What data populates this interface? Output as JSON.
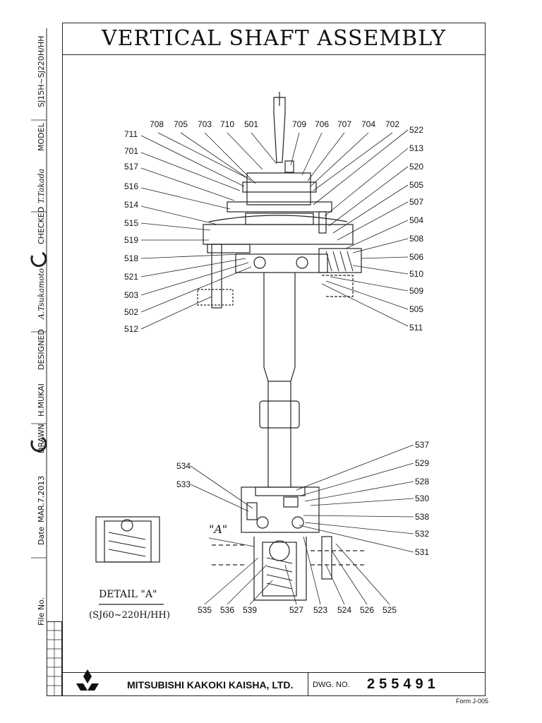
{
  "title": "VERTICAL SHAFT ASSEMBLY",
  "side_block": {
    "model_value": "SJ15H~SJ220H/HH",
    "model_label": "MODEL",
    "checked_sig": "T.Takada",
    "checked_label": "CHECKED",
    "designed_sig": "A.Tsukamoto",
    "designed_label": "DESIGNED",
    "drawn_value": "H.MUKAI",
    "drawn_label": "DRAWN",
    "date_value": "MAR.7.2013",
    "date_label": "Date",
    "file_label": "File No."
  },
  "callouts_top_row": [
    "708",
    "705",
    "703",
    "710",
    "501",
    "709",
    "706",
    "707",
    "704",
    "702"
  ],
  "callouts_left_upper": [
    "711",
    "701",
    "517",
    "516",
    "514",
    "515",
    "519",
    "518",
    "521",
    "503",
    "502",
    "512"
  ],
  "callouts_right_upper": [
    "522",
    "513",
    "520",
    "505",
    "507",
    "504",
    "508",
    "506",
    "510",
    "509",
    "505",
    "511"
  ],
  "callouts_right_lower": [
    "537",
    "529",
    "528",
    "530",
    "538",
    "532",
    "531"
  ],
  "callouts_left_lower": [
    "534",
    "533"
  ],
  "callouts_bottom_row": [
    "535",
    "536",
    "539",
    "527",
    "523",
    "524",
    "526",
    "525"
  ],
  "detail_view_label": "\"A\"",
  "detail_caption": "DETAIL \"A\"",
  "detail_models": "(SJ60~220H/HH)",
  "company": "MITSUBISHI KAKOKI KAISHA, LTD.",
  "dwg_label": "DWG. NO.",
  "dwg_number": "255491",
  "form_no": "Form J-005"
}
